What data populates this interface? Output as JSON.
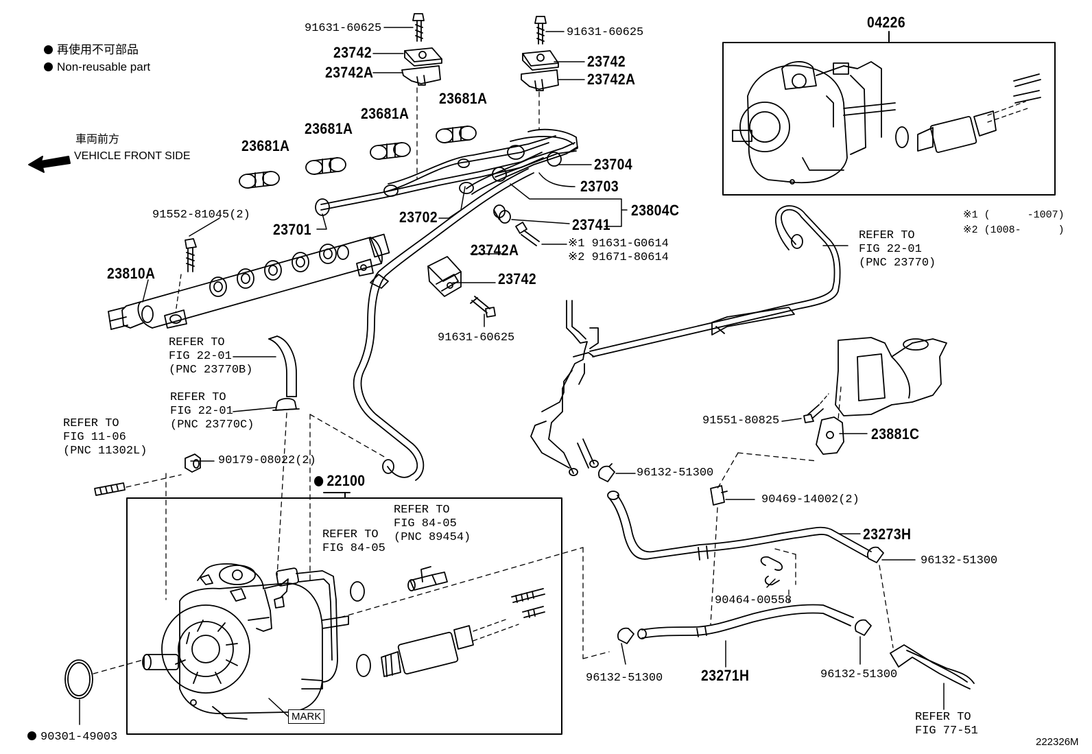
{
  "legend": {
    "non_reusable_jp": "再使用不可部品",
    "non_reusable_en": "Non-reusable part"
  },
  "direction": {
    "jp": "車両前方",
    "en": "VEHICLE FRONT SIDE"
  },
  "variants": {
    "v1": "※1 (      -1007)",
    "v2": "※2 (1008-      )"
  },
  "drawing_code": "222326M",
  "mark_label": "MARK",
  "parts": {
    "p04226": "04226",
    "p23742_a": "23742",
    "p23742A_a": "23742A",
    "p91631_60625_a": "91631-60625",
    "p91631_60625_b": "91631-60625",
    "p23742_b": "23742",
    "p23742A_b": "23742A",
    "p23681A_1": "23681A",
    "p23681A_2": "23681A",
    "p23681A_3": "23681A",
    "p23681A_4": "23681A",
    "p23704": "23704",
    "p23703": "23703",
    "p23804C": "23804C",
    "p23741": "23741",
    "p91631_G0614": "※1 91631-G0614",
    "p91671_80614": "※2 91671-80614",
    "p23702": "23702",
    "p23701": "23701",
    "p91552_81045": "91552-81045(2)",
    "p23810A": "23810A",
    "p23742A_c": "23742A",
    "p23742_c": "23742",
    "p91631_60625_c": "91631-60625",
    "p91551_80825": "91551-80825",
    "p23881C": "23881C",
    "p96132_51300_a": "96132-51300",
    "p90469_14002": "90469-14002(2)",
    "p23273H": "23273H",
    "p96132_51300_b": "96132-51300",
    "p90464_00558": "90464-00558",
    "p23271H": "23271H",
    "p96132_51300_c": "96132-51300",
    "p96132_51300_d": "96132-51300",
    "p90179_08022": "90179-08022(2)",
    "p22100": "22100",
    "p90301_49003": "90301-49003"
  },
  "refs": {
    "r_23770": "REFER TO\nFIG 22-01\n(PNC 23770)",
    "r_23770B": "REFER TO\nFIG 22-01\n(PNC 23770B)",
    "r_23770C": "REFER TO\nFIG 22-01\n(PNC 23770C)",
    "r_11302L": "REFER TO\nFIG 11-06\n(PNC 11302L)",
    "r_84_05a": "REFER TO\nFIG 84-05\n(PNC 89454)",
    "r_84_05b": "REFER TO\nFIG 84-05",
    "r_77_51": "REFER TO\nFIG 77-51"
  }
}
